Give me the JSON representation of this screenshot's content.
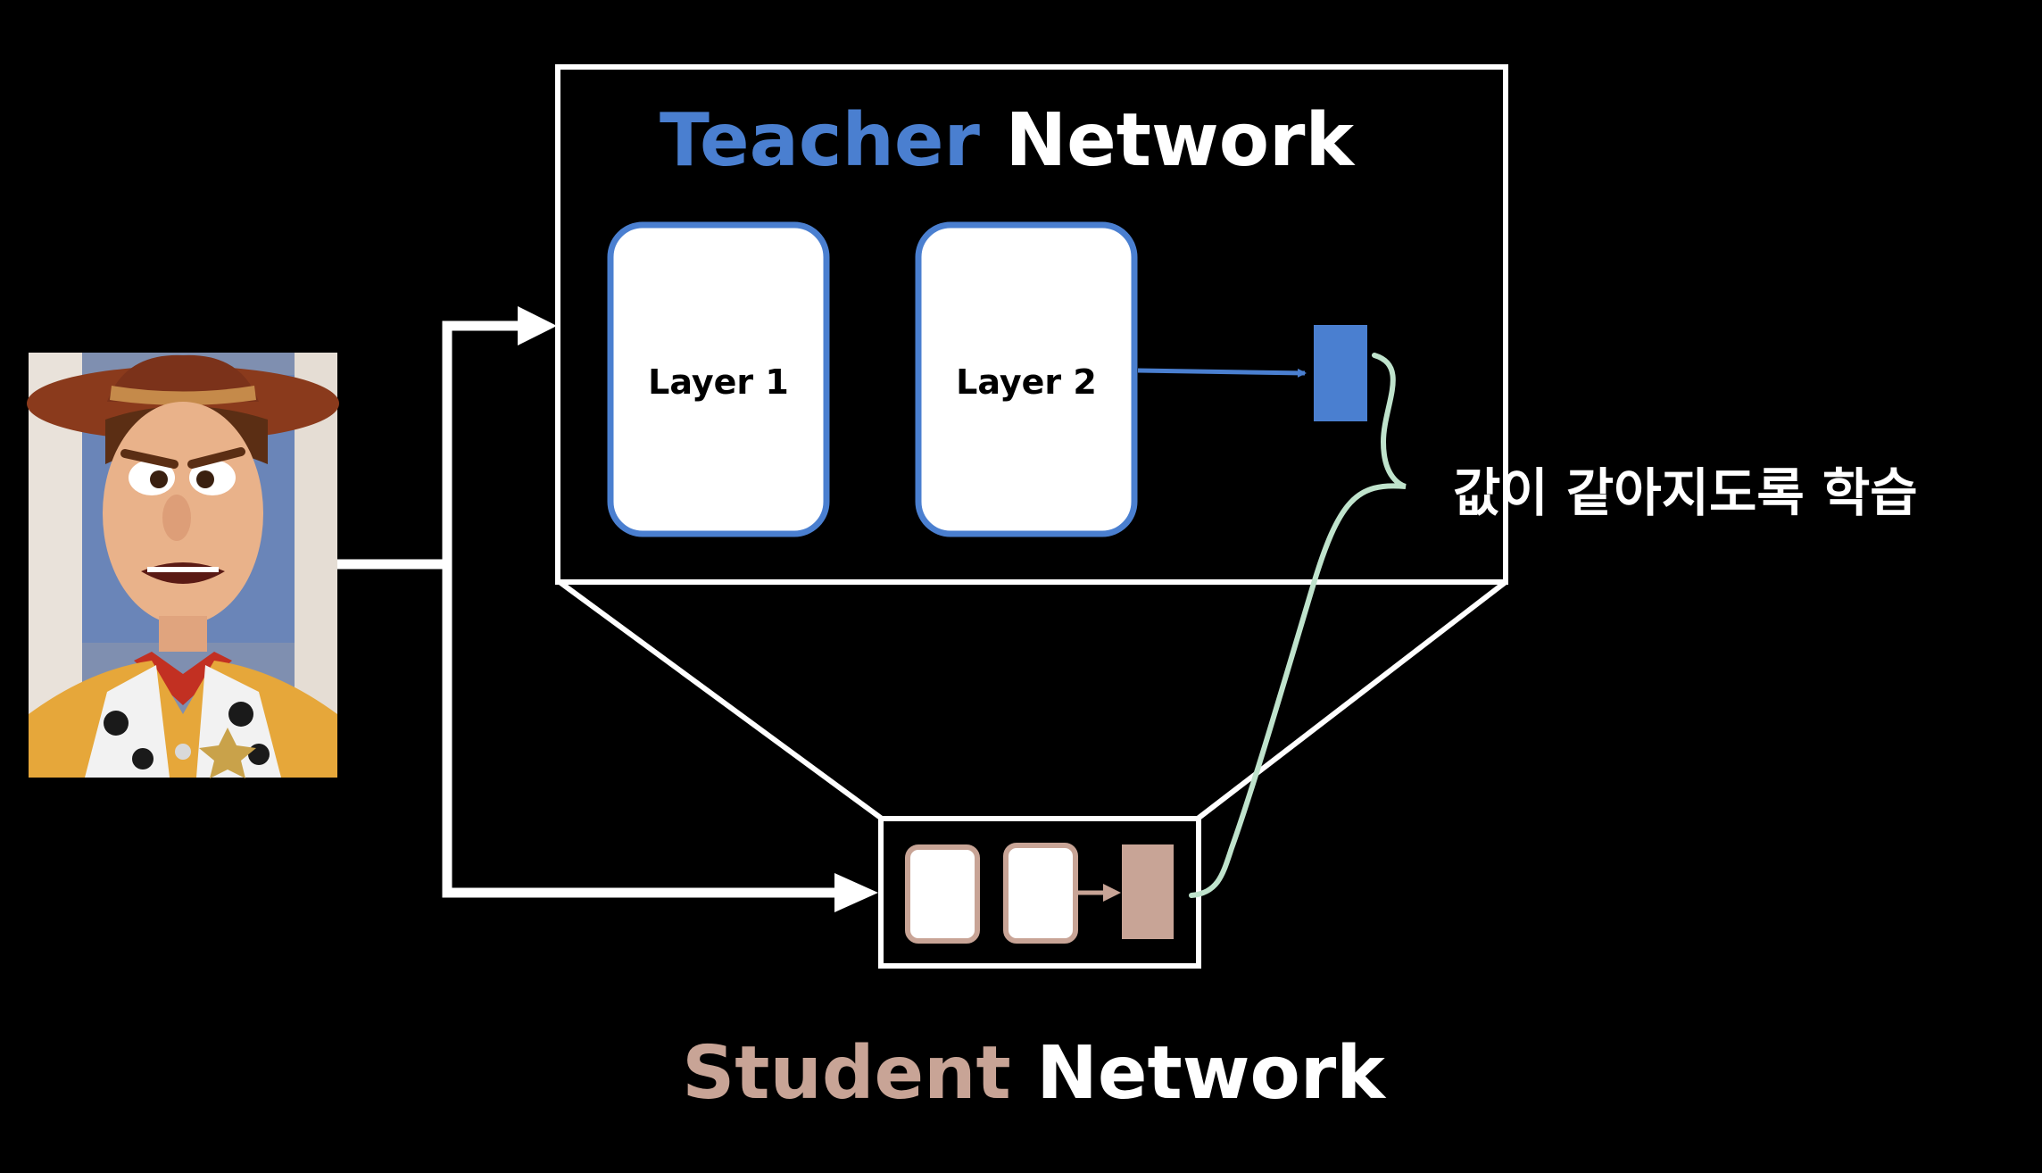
{
  "teacher": {
    "title_accent": "Teacher",
    "title_rest": "Network",
    "layers": [
      "Layer 1",
      "Layer 2"
    ]
  },
  "student": {
    "title_accent": "Student",
    "title_rest": "Network"
  },
  "annotation": "값이 같아지도록 학습",
  "colors": {
    "background": "#000000",
    "line": "#ffffff",
    "teacher_accent": "#4a7fd0",
    "student_accent": "#c8a496",
    "brace": "#bfe3cc"
  },
  "input_image": "cowboy-character-portrait"
}
